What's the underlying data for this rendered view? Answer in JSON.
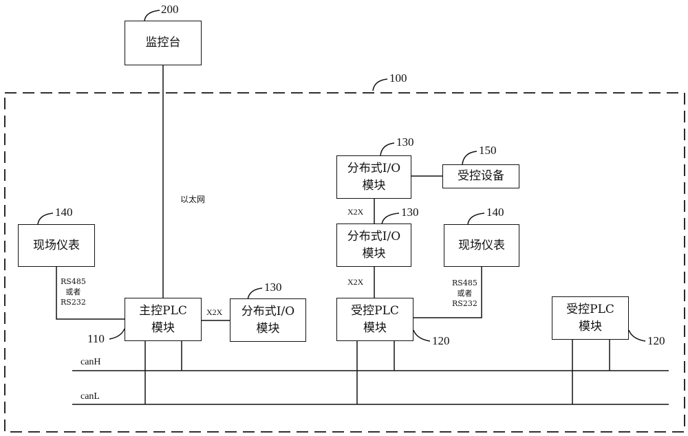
{
  "boxes": {
    "monitor": "监控台",
    "master_l1": "主控PLC",
    "master_l2": "模块",
    "dio_main_l1": "分布式I/O",
    "dio_main_l2": "模块",
    "dio_top_l1": "分布式I/O",
    "dio_top_l2": "模块",
    "dio_mid_l1": "分布式I/O",
    "dio_mid_l2": "模块",
    "slave1_l1": "受控PLC",
    "slave1_l2": "模块",
    "slave2_l1": "受控PLC",
    "slave2_l2": "模块",
    "field_left": "现场仪表",
    "field_right": "现场仪表",
    "controlled_device": "受控设备"
  },
  "refs": {
    "monitor": "200",
    "system": "100",
    "dio_top": "130",
    "dio_mid": "130",
    "dio_main": "130",
    "controlled_device": "150",
    "field_left": "140",
    "field_right": "140",
    "master": "110",
    "slave1": "120",
    "slave2": "120"
  },
  "links": {
    "ethernet": "以太网",
    "x2x_master": "X2X",
    "x2x_upper": "X2X",
    "x2x_lower": "X2X",
    "serial_left": [
      "RS485",
      "或者",
      "RS232"
    ],
    "serial_right": [
      "RS485",
      "或者",
      "RS232"
    ]
  },
  "bus": {
    "can_h": "canH",
    "can_l": "canL"
  }
}
